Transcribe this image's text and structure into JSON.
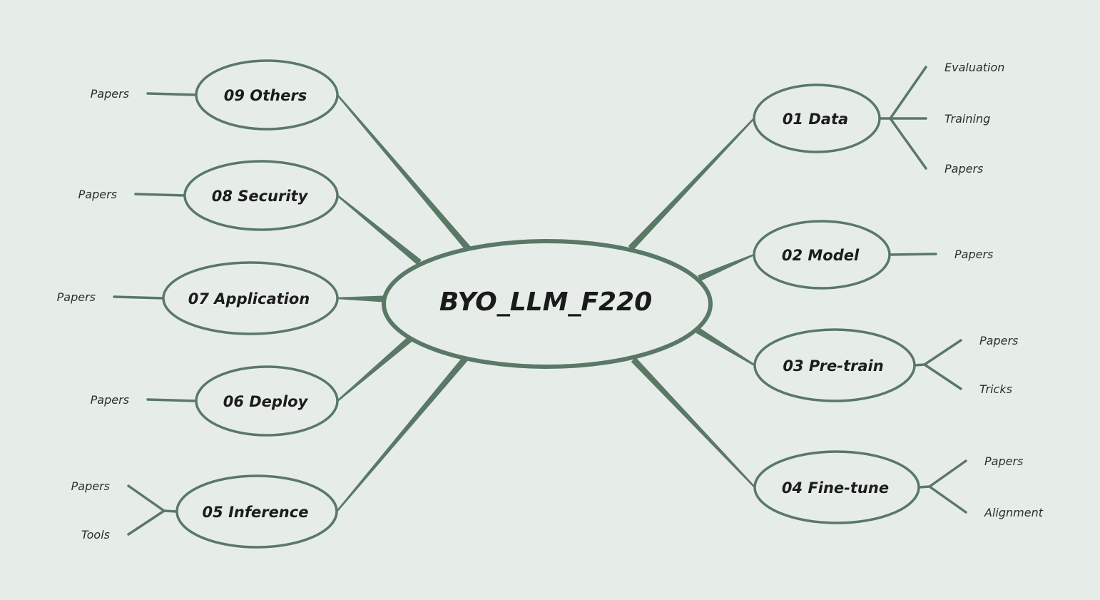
{
  "theme": {
    "background": "#e6ede8",
    "stroke": "#5a7866",
    "node_fill": "#e6ede8",
    "text": "#1c1c1c"
  },
  "root": {
    "label": "BYO_LLM_F220"
  },
  "branches": [
    {
      "id": "data",
      "label": "01 Data",
      "side": "right",
      "children": [
        "Evaluation",
        "Training",
        "Papers"
      ]
    },
    {
      "id": "model",
      "label": "02 Model",
      "side": "right",
      "children": [
        "Papers"
      ]
    },
    {
      "id": "pretrain",
      "label": "03 Pre-train",
      "side": "right",
      "children": [
        "Papers",
        "Tricks"
      ]
    },
    {
      "id": "finetune",
      "label": "04 Fine-tune",
      "side": "right",
      "children": [
        "Papers",
        "Alignment"
      ]
    },
    {
      "id": "inference",
      "label": "05 Inference",
      "side": "left",
      "children": [
        "Papers",
        "Tools"
      ]
    },
    {
      "id": "deploy",
      "label": "06 Deploy",
      "side": "left",
      "children": [
        "Papers"
      ]
    },
    {
      "id": "application",
      "label": "07 Application",
      "side": "left",
      "children": [
        "Papers"
      ]
    },
    {
      "id": "security",
      "label": "08 Security",
      "side": "left",
      "children": [
        "Papers"
      ]
    },
    {
      "id": "others",
      "label": "09 Others",
      "side": "left",
      "children": [
        "Papers"
      ]
    }
  ]
}
